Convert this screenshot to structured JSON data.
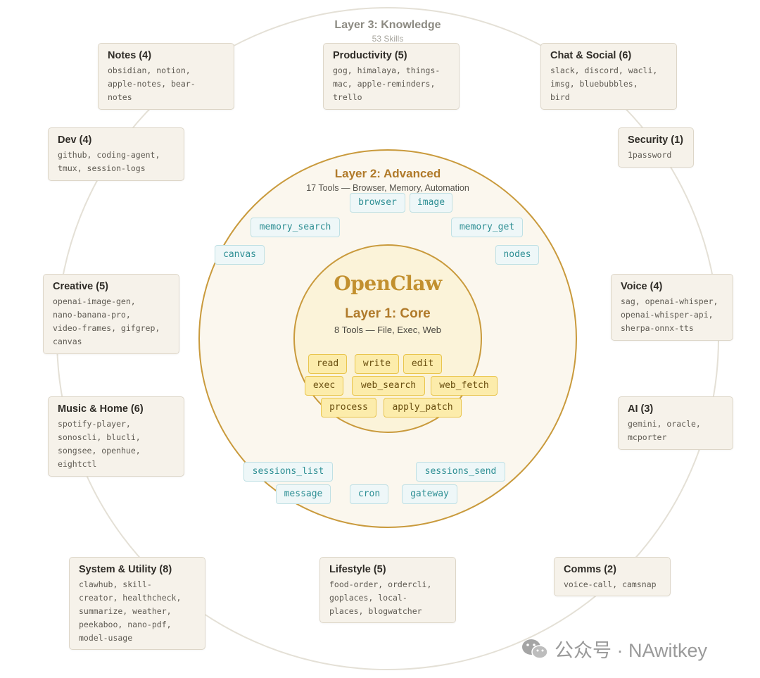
{
  "layer3": {
    "title": "Layer 3: Knowledge",
    "subtitle": "53 Skills"
  },
  "layer2": {
    "title": "Layer 2: Advanced",
    "subtitle": "17 Tools — Browser, Memory, Automation"
  },
  "layer1": {
    "brand": "OpenClaw",
    "title": "Layer 1: Core",
    "subtitle": "8 Tools — File, Exec, Web"
  },
  "skills": [
    {
      "title": "Notes (4)",
      "lines": [
        "obsidian, notion,",
        "apple-notes, bear-",
        "notes"
      ]
    },
    {
      "title": "Productivity (5)",
      "lines": [
        "gog, himalaya, things-",
        "mac, apple-reminders,",
        "trello"
      ]
    },
    {
      "title": "Chat & Social (6)",
      "lines": [
        "slack, discord, wacli,",
        "imsg, bluebubbles,",
        "bird"
      ]
    },
    {
      "title": "Dev (4)",
      "lines": [
        "github, coding-agent,",
        "tmux, session-logs"
      ]
    },
    {
      "title": "Security (1)",
      "lines": [
        "1password"
      ]
    },
    {
      "title": "Creative (5)",
      "lines": [
        "openai-image-gen,",
        "nano-banana-pro,",
        "video-frames, gifgrep,",
        "canvas"
      ]
    },
    {
      "title": "Voice (4)",
      "lines": [
        "sag, openai-whisper,",
        "openai-whisper-api,",
        "sherpa-onnx-tts"
      ]
    },
    {
      "title": "Music & Home (6)",
      "lines": [
        "spotify-player,",
        "sonoscli, blucli,",
        "songsee, openhue,",
        "eightctl"
      ]
    },
    {
      "title": "AI (3)",
      "lines": [
        "gemini, oracle,",
        "mcporter"
      ]
    },
    {
      "title": "System & Utility (8)",
      "lines": [
        "clawhub, skill-",
        "creator, healthcheck,",
        "summarize, weather,",
        "peekaboo, nano-pdf,",
        "model-usage"
      ]
    },
    {
      "title": "Lifestyle (5)",
      "lines": [
        "food-order, ordercli,",
        "goplaces, local-",
        "places, blogwatcher"
      ]
    },
    {
      "title": "Comms (2)",
      "lines": [
        "voice-call, camsnap"
      ]
    }
  ],
  "advanced_tools": [
    "browser",
    "image",
    "memory_search",
    "memory_get",
    "canvas",
    "nodes",
    "sessions_list",
    "sessions_send",
    "message",
    "cron",
    "gateway"
  ],
  "core_tools": [
    "read",
    "write",
    "edit",
    "exec",
    "web_search",
    "web_fetch",
    "process",
    "apply_patch"
  ],
  "watermark": {
    "text": "公众号 · NAwitkey",
    "icon": "wechat-icon"
  },
  "colors": {
    "outer_ring": "#e4e0d6",
    "layer2_ring": "#c99a3c",
    "layer2_fill": "#fbf7ee",
    "core_fill": "#fbf3d9",
    "accent": "#b07a2a",
    "adv_chip_text": "#2e8f94",
    "core_chip_fill": "#fcecab"
  }
}
